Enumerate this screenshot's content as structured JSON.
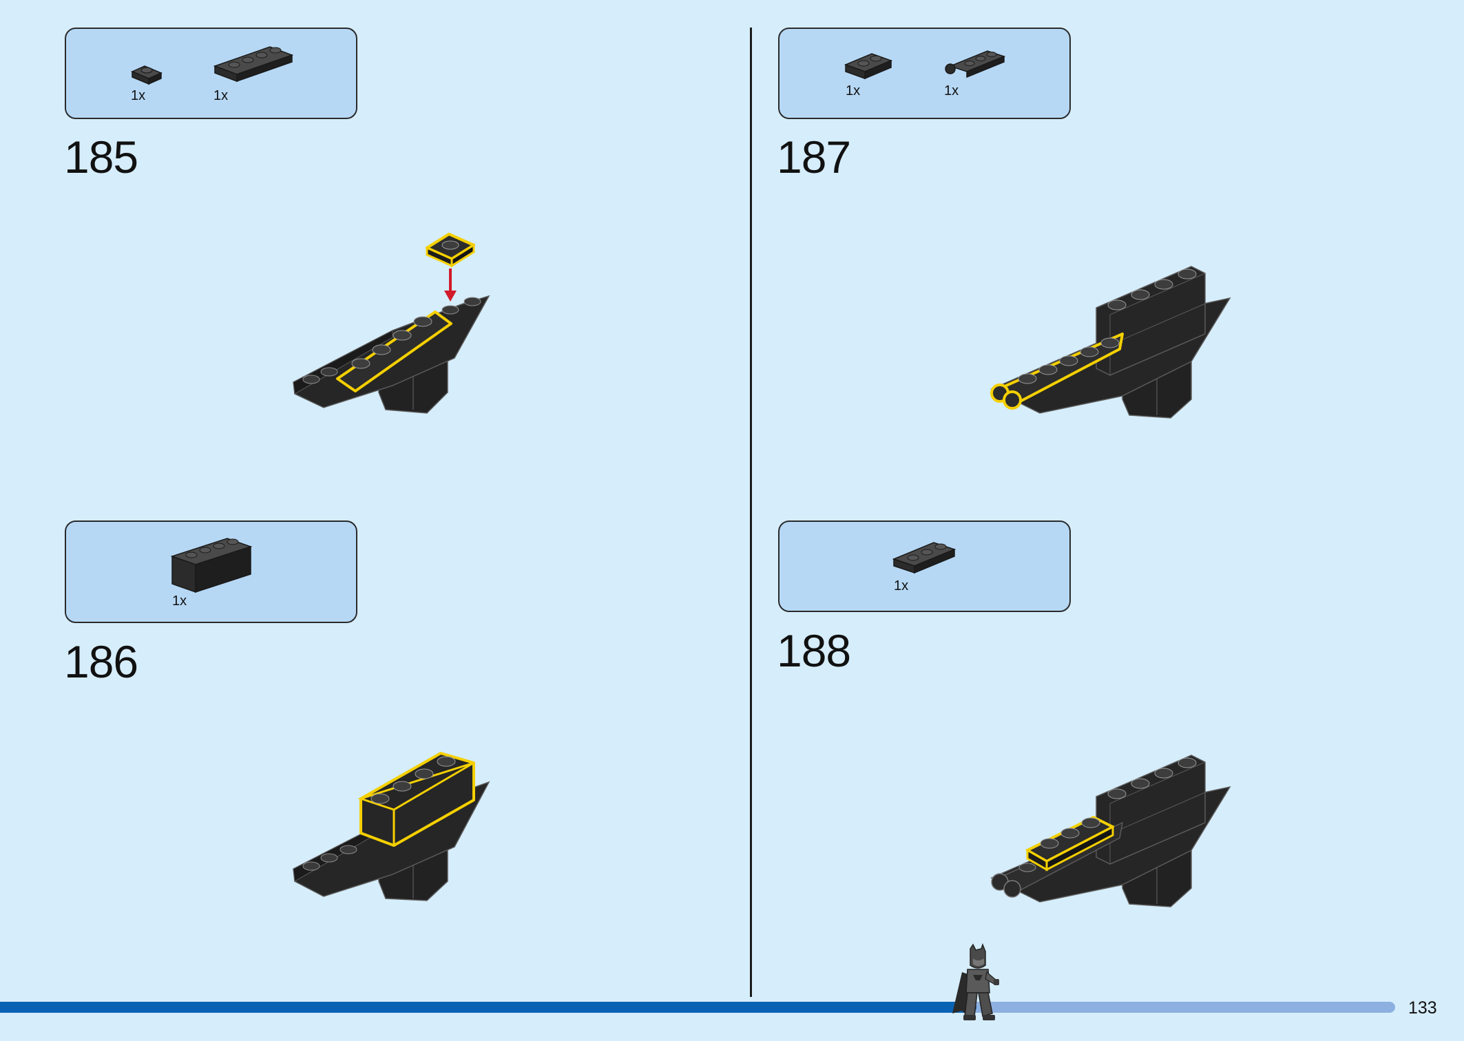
{
  "steps": [
    {
      "number": "185",
      "parts": [
        {
          "qty": "1x",
          "part": "plate-1x1"
        },
        {
          "qty": "1x",
          "part": "plate-1x4"
        }
      ]
    },
    {
      "number": "186",
      "parts": [
        {
          "qty": "1x",
          "part": "brick-1x4"
        }
      ]
    },
    {
      "number": "187",
      "parts": [
        {
          "qty": "1x",
          "part": "plate-1x2"
        },
        {
          "qty": "1x",
          "part": "plate-1x3-with-clip"
        }
      ]
    },
    {
      "number": "188",
      "parts": [
        {
          "qty": "1x",
          "part": "plate-1x3"
        }
      ]
    }
  ],
  "page": {
    "number": "133",
    "progress": 0.7
  },
  "colors": {
    "background": "#d6edfb",
    "parts_box": "#b6d8f5",
    "highlight": "#f5d000",
    "arrow": "#d11a2a",
    "progress_fill": "#0a62b4",
    "progress_track": "#8db0e0",
    "brick": "#2d2d2d"
  },
  "icons": [
    "arrow-down-icon",
    "batman-minifig-icon"
  ]
}
